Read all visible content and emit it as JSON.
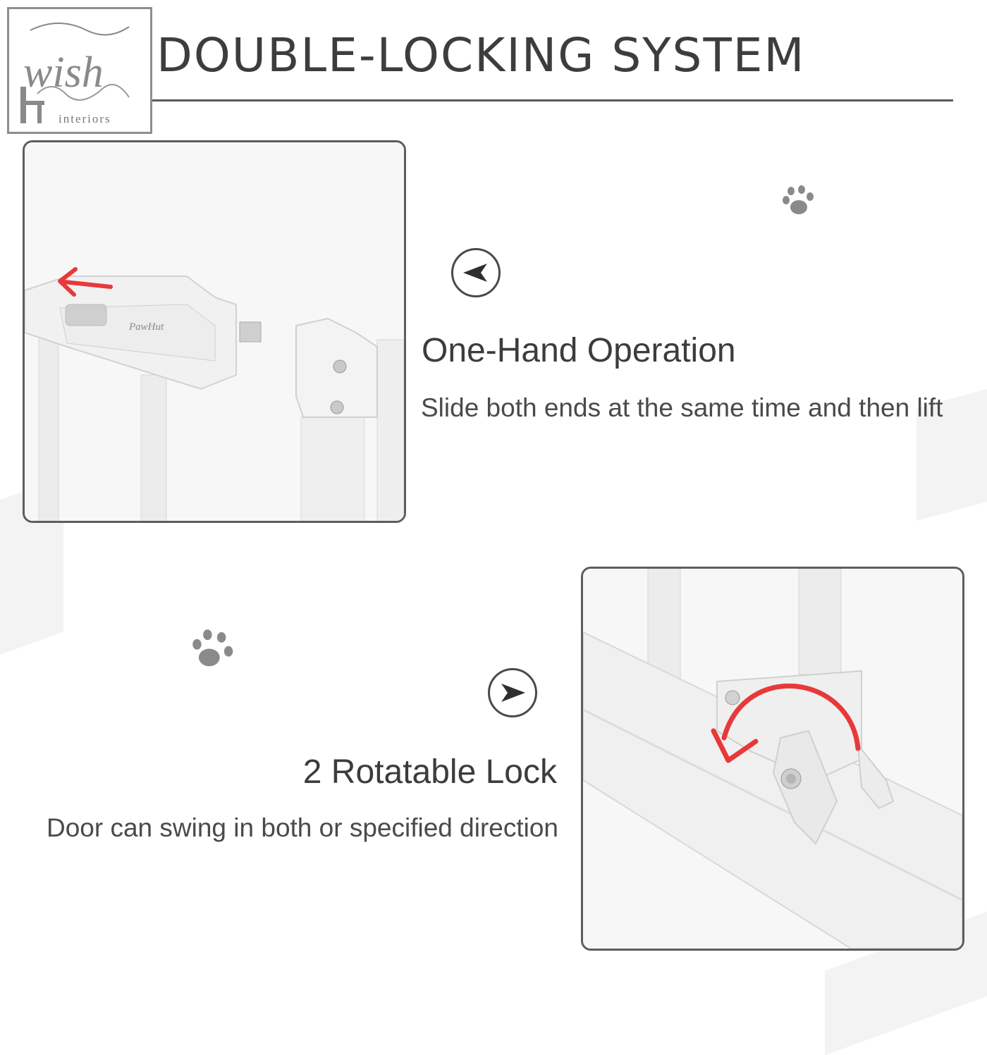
{
  "logo": {
    "brand": "wish",
    "subtitle": "interiors"
  },
  "header": {
    "title": "DOUBLE-LOCKING SYSTEM"
  },
  "feature_one": {
    "heading": "One-Hand Operation",
    "description": "Slide both ends at the same time and then lift",
    "button_icon": "arrow-left-icon",
    "product_label": "PawHut"
  },
  "feature_two": {
    "heading": "2 Rotatable Lock",
    "description": "Door can swing in both or specified direction",
    "button_icon": "arrow-right-icon"
  },
  "colors": {
    "accent_red": "#e8393a",
    "text": "#3c3c3c",
    "paw": "#8a8a8a"
  }
}
